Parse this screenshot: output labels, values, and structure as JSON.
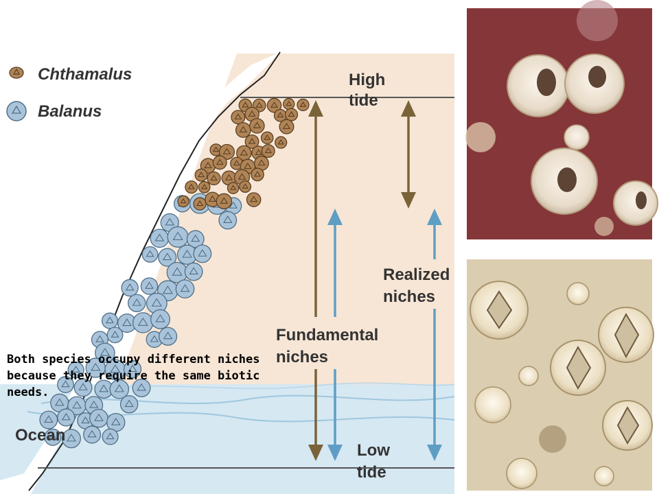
{
  "legend": {
    "chthamalus": "Chthamalus",
    "balanus": "Balanus"
  },
  "labels": {
    "high_tide_line1": "High",
    "high_tide_line2": "tide",
    "low_tide_line1": "Low",
    "low_tide_line2": "tide",
    "fundamental_line1": "Fundamental",
    "fundamental_line2": "niches",
    "realized_line1": "Realized",
    "realized_line2": "niches",
    "ocean": "Ocean"
  },
  "caption": {
    "text": "Both species occupy different niches because they require the same biotic needs."
  },
  "colors": {
    "chthamalus": "#b08456",
    "balanus": "#a9c4da",
    "brown_arrow": "#7a6338",
    "blue_arrow": "#5f9ec4",
    "sand": "#f7e6d6",
    "water": "#d6e8f2",
    "rock_photo": "#8c3a3c",
    "pale_photo": "#e7dbc0"
  }
}
